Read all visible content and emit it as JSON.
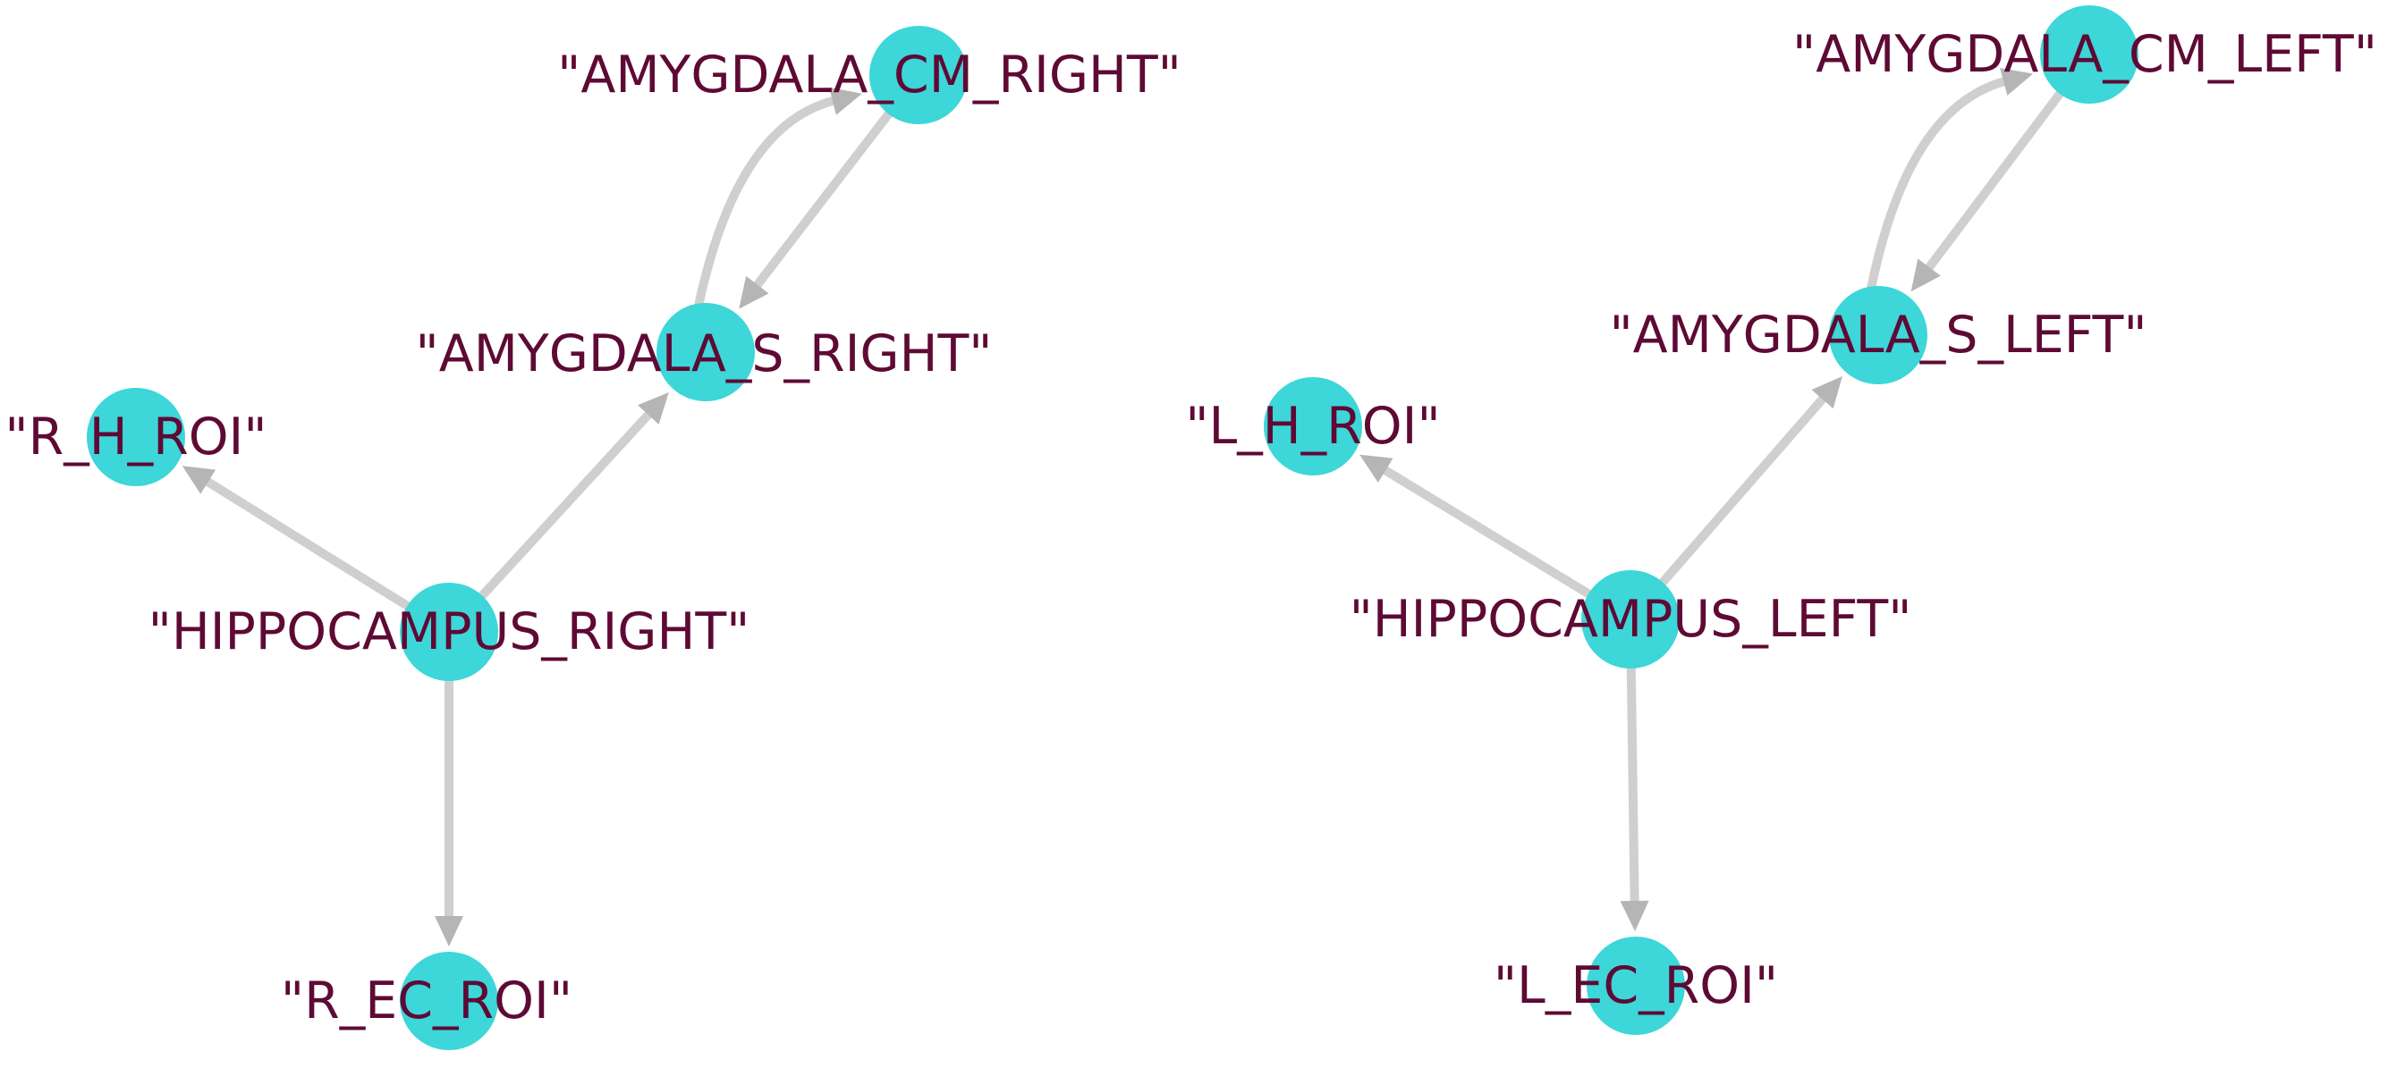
{
  "graph": {
    "colors": {
      "node_fill": "#3dd6d9",
      "label": "#5e0a35",
      "edge": "#cfcfcf",
      "arrowhead": "#b5b5b5",
      "background": "#ffffff"
    },
    "nodes": [
      {
        "id": "amygdala_cm_right",
        "label": "\"AMYGDALA_CM_RIGHT\""
      },
      {
        "id": "amygdala_s_right",
        "label": "\"AMYGDALA_S_RIGHT\""
      },
      {
        "id": "r_h_roi",
        "label": "\"R_H_ROI\""
      },
      {
        "id": "hippocampus_right",
        "label": "\"HIPPOCAMPUS_RIGHT\""
      },
      {
        "id": "r_ec_roi",
        "label": "\"R_EC_ROI\""
      },
      {
        "id": "amygdala_cm_left",
        "label": "\"AMYGDALA_CM_LEFT\""
      },
      {
        "id": "amygdala_s_left",
        "label": "\"AMYGDALA_S_LEFT\""
      },
      {
        "id": "l_h_roi",
        "label": "\"L_H_ROI\""
      },
      {
        "id": "hippocampus_left",
        "label": "\"HIPPOCAMPUS_LEFT\""
      },
      {
        "id": "l_ec_roi",
        "label": "\"L_EC_ROI\""
      }
    ],
    "edges": [
      {
        "from": "hippocampus_right",
        "to": "r_h_roi"
      },
      {
        "from": "hippocampus_right",
        "to": "amygdala_s_right"
      },
      {
        "from": "hippocampus_right",
        "to": "r_ec_roi"
      },
      {
        "from": "amygdala_s_right",
        "to": "amygdala_cm_right",
        "curved": true
      },
      {
        "from": "amygdala_cm_right",
        "to": "amygdala_s_right"
      },
      {
        "from": "hippocampus_left",
        "to": "l_h_roi"
      },
      {
        "from": "hippocampus_left",
        "to": "amygdala_s_left"
      },
      {
        "from": "hippocampus_left",
        "to": "l_ec_roi"
      },
      {
        "from": "amygdala_s_left",
        "to": "amygdala_cm_left",
        "curved": true
      },
      {
        "from": "amygdala_cm_left",
        "to": "amygdala_s_left"
      }
    ]
  }
}
